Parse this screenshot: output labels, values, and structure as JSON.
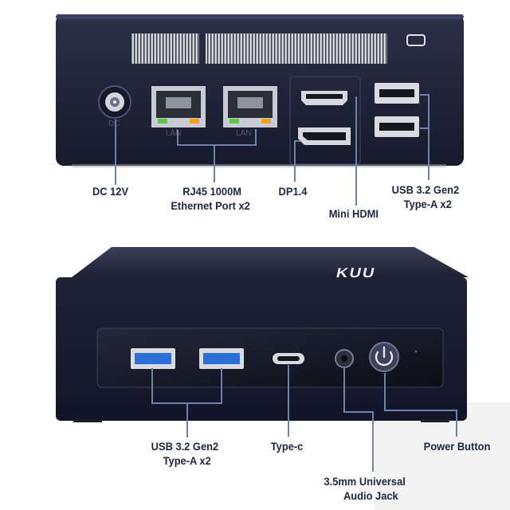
{
  "top_panel": {
    "labels": {
      "dc": "DC 12V",
      "rj45_line1": "RJ45 1000M",
      "rj45_line2": "Ethernet Port x2",
      "dp": "DP1.4",
      "hdmi": "Mini HDMI",
      "usb_line1": "USB 3.2 Gen2",
      "usb_line2": "Type-A x2"
    },
    "port_markings": {
      "dc": "DC",
      "lan1": "LAN",
      "lan2": "LAN"
    }
  },
  "bottom_panel": {
    "brand_logo": "KUU",
    "labels": {
      "usb_line1": "USB 3.2 Gen2",
      "usb_line2": "Type-A x2",
      "typec": "Type-c",
      "audio_line1": "3.5mm Universal",
      "audio_line2": "Audio Jack",
      "power": "Power Button"
    }
  },
  "colors": {
    "chassis": "#1b2034",
    "chassis_dark": "#0e1120",
    "label_text": "#1d2740",
    "leader_line": "#6f7fae",
    "usb_blue": "#2b6fd6"
  }
}
